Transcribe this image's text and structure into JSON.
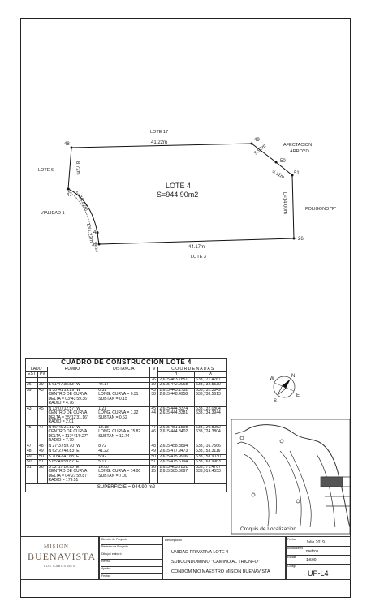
{
  "plan": {
    "lot_name": "LOTE 4",
    "area": "S=944.90m2",
    "neighbors": {
      "top": "LOTE 17",
      "left": "LOTE 6",
      "bottom": "LOTE 3",
      "right": "POLIGONO \"F\"",
      "road": "VIALIDAD 1",
      "easement": "AFECTACION ARROYO"
    },
    "vertices": [
      "48",
      "49",
      "50",
      "51",
      "26",
      "39",
      "45",
      "47"
    ],
    "distances": {
      "top": "41.22m",
      "left": "8.72m",
      "curve": "L=15.82m",
      "d49_50": "5.92m",
      "d50_51": "5.11m",
      "right": "L=14.00m",
      "bottom": "44.17m",
      "small_curve": "L=1.22m",
      "tiny": "0.31m"
    }
  },
  "table": {
    "title": "CUADRO DE CONSTRUCCION LOTE 4",
    "headers": {
      "lado": "LADO",
      "est": "EST",
      "pv": "PV",
      "rumbo": "RUMBO",
      "distancia": "DISTANCIA",
      "v": "V",
      "coordenadas": "C O O R D E N A D A S",
      "y": "Y",
      "x": "X"
    },
    "first": {
      "v": "26",
      "y": "2,615,463.7851",
      "x": "633,771.4767"
    },
    "rows": [
      {
        "est": "26",
        "pv": "39",
        "rumbo": "S 61°47'38.83\" W",
        "dist": "44.17",
        "v": "39",
        "y": "2,615,442.9068",
        "x": "633,732.5530"
      },
      {
        "est": "39",
        "pv": "43",
        "rumbo": "N 30°41'19.29\" W\nCENTRO DE CURVA\nDELTA = 03°43'59.36\"\nRADIO = 4.76",
        "dist": "0.31\nLONG. CURVA = 0.31\nSUBTAN = 0.15",
        "v": "43\n38",
        "y": "2,615,443.1732\n2,615,448.4958",
        "x": "633,732.3849\n633,738.5613"
      },
      {
        "est": "43",
        "pv": "45",
        "rumbo": "N 13°07'12.57\" W\nCENTRO DE CURVA\nDELTA = 35°12'31.16\"\nRADIO = 2.01",
        "dist": "1.21\nLONG. CURVA = 1.22\nSUBTAN = 0.62",
        "v": "45\n44",
        "y": "2,615,444.3374\n2,615,444.3381",
        "x": "633,732.0804\n633,734.3944"
      },
      {
        "est": "45",
        "pv": "47",
        "rumbo": "N 56°49'21.81\" W\nCENTRO DE CURVA\nDELTA = 117°41'9.27\"\nRADIO = 7.70",
        "dist": "13.18\nLONG. CURVA = 15.82\nSUBTAN = 12.74",
        "v": "47\n46",
        "y": "2,615,451.1598\n2,615,444.3402",
        "x": "633,720.8052\n633,724.3804"
      },
      {
        "est": "47",
        "pv": "48",
        "rumbo": "N 27°37'59.70\" W",
        "dist": "8.72",
        "v": "48",
        "y": "2,615,458.8894",
        "x": "633,716.7566"
      },
      {
        "est": "48",
        "pv": "49",
        "rumbo": "N 62°27'48.83\" E",
        "dist": "41.22",
        "v": "49",
        "y": "2,615,477.9473",
        "x": "633,753.3116"
      },
      {
        "est": "49",
        "pv": "50",
        "rumbo": "S 70°42'47.68\" E",
        "dist": "5.92",
        "v": "50",
        "y": "2,615,475.9906",
        "x": "633,758.9030"
      },
      {
        "est": "50",
        "pv": "51",
        "rumbo": "S 65°49'59.82\" E",
        "dist": "5.11",
        "v": "51",
        "y": "2,615,475.6194",
        "x": "633,763.9963"
      },
      {
        "est": "51",
        "pv": "26",
        "rumbo": "S 32°17'10.93\" E\nCENTRO DE CURVA\nDELTA = 04°27'59.87\"\nRADIO = 179.51",
        "dist": "14.00\nLONG. CURVA = 14.00\nSUBTAN = 7.00",
        "v": "26\n25",
        "y": "2,615,463.7851\n2,615,585.5697",
        "x": "633,771.4767\n633,919.4553"
      }
    ],
    "superficie": "SUPERFICIE = 944.90 m2"
  },
  "compass": {
    "n": "N",
    "s": "S",
    "e": "E",
    "w": "W"
  },
  "croquis": {
    "label": "Croquis de Localizacion"
  },
  "title_block": {
    "logo_line1": "MISION",
    "logo_line2": "BUENAVISTA",
    "logo_line3": "LOS CABOS BCS",
    "col_labels": [
      "Director de Proyecto",
      "Revisión de Proyecto",
      "Dibujo / elaboró",
      "Revisó",
      "Aprobó",
      "Fecha"
    ],
    "desc_label": "Descripción",
    "desc_lines": [
      "UNIDAD PRIVATIVA LOTE 4",
      "SUBCONDOMINIO \"CAMINO AL TRIUNFO\"",
      "CONDOMINIO MAESTRO MISION BUENAVISTA"
    ],
    "fecha_label": "Fecha",
    "fecha": "Julio 2019",
    "acot_label": "Acotaciones",
    "acot": "metros",
    "escala_label": "Escala",
    "escala": "1:500",
    "codigo_label": "Código",
    "codigo": "UP-L4"
  }
}
